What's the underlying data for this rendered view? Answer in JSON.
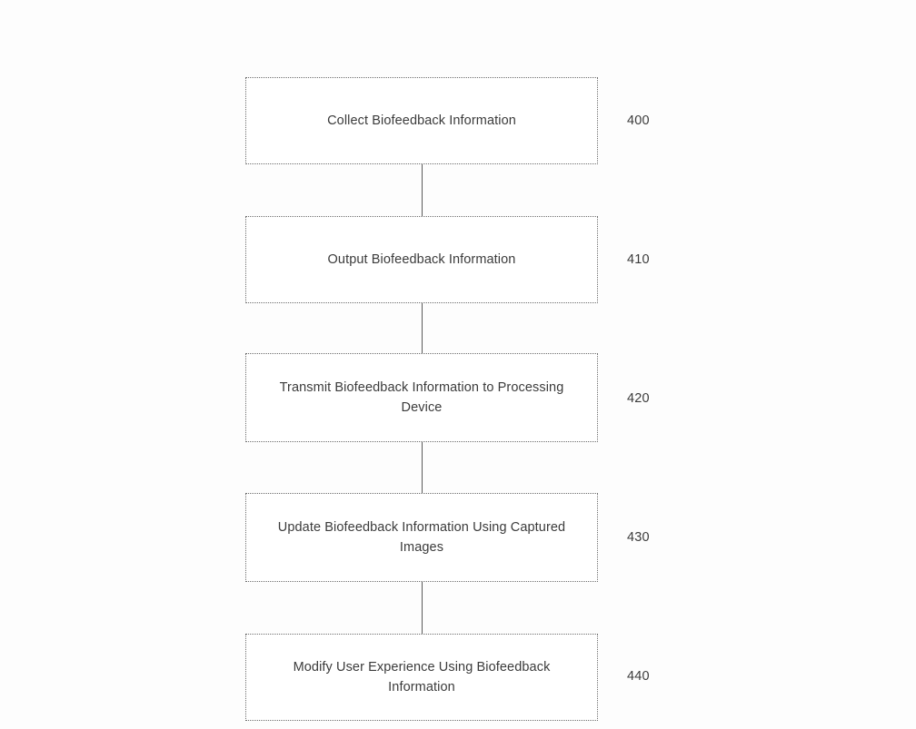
{
  "diagram": {
    "type": "flowchart",
    "orientation": "vertical",
    "style": {
      "box_border_color": "#6d6d6d",
      "box_border_style": "dotted",
      "box_fill": "#ffffff",
      "text_color": "#3b3b3b",
      "connector_color": "#5a5a5a",
      "page_background": "#fdfdfd"
    },
    "nodes": [
      {
        "id": "node-400",
        "label": "Collect Biofeedback Information",
        "ref": "400"
      },
      {
        "id": "node-410",
        "label": "Output Biofeedback Information",
        "ref": "410"
      },
      {
        "id": "node-420",
        "label": "Transmit Biofeedback Information to Processing Device",
        "ref": "420"
      },
      {
        "id": "node-430",
        "label": "Update Biofeedback Information Using Captured Images",
        "ref": "430"
      },
      {
        "id": "node-440",
        "label": "Modify User Experience Using Biofeedback Information",
        "ref": "440"
      }
    ],
    "connectors": [
      {
        "from": "node-400",
        "to": "node-410"
      },
      {
        "from": "node-410",
        "to": "node-420"
      },
      {
        "from": "node-420",
        "to": "node-430"
      },
      {
        "from": "node-430",
        "to": "node-440"
      }
    ]
  }
}
